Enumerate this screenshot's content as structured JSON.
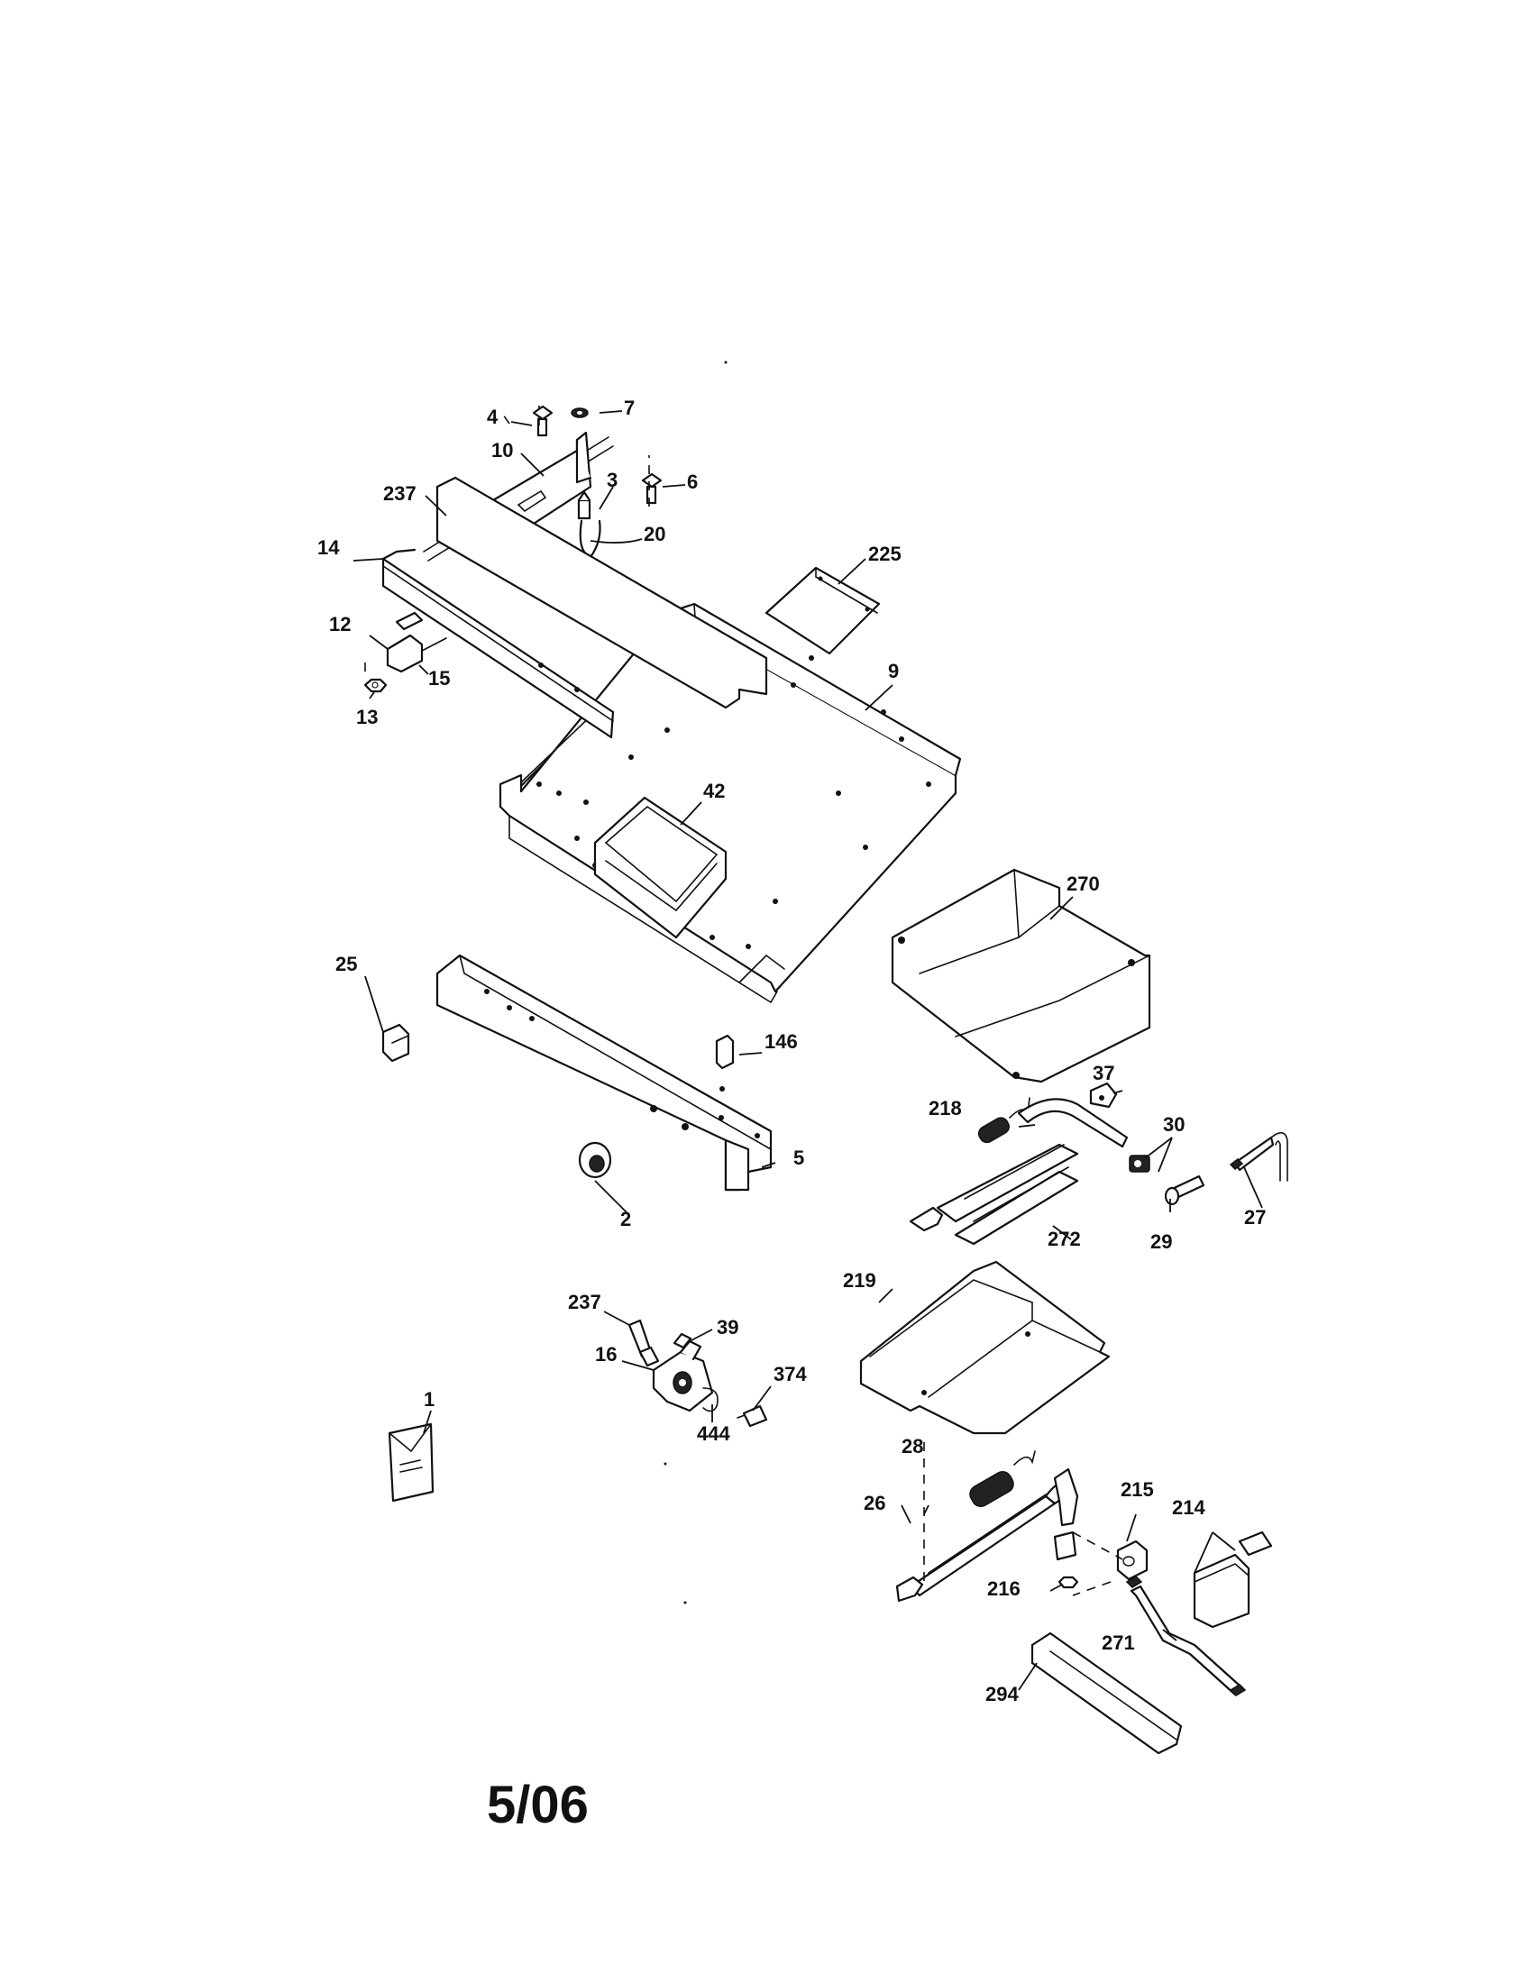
{
  "diagram": {
    "date_code": "5/06",
    "callouts": {
      "c1": "1",
      "c2": "2",
      "c3": "3",
      "c4": "4",
      "c5": "5",
      "c6": "6",
      "c7": "7",
      "c9": "9",
      "c10": "10",
      "c12": "12",
      "c13": "13",
      "c14": "14",
      "c15": "15",
      "c16": "16",
      "c20": "20",
      "c25": "25",
      "c26": "26",
      "c27": "27",
      "c28": "28",
      "c29": "29",
      "c30": "30",
      "c37": "37",
      "c39": "39",
      "c42": "42",
      "c146": "146",
      "c214": "214",
      "c215": "215",
      "c216": "216",
      "c218": "218",
      "c219": "219",
      "c225": "225",
      "c237a": "237",
      "c237b": "237",
      "c270": "270",
      "c271": "271",
      "c272": "272",
      "c294": "294",
      "c374": "374",
      "c444": "444"
    }
  }
}
